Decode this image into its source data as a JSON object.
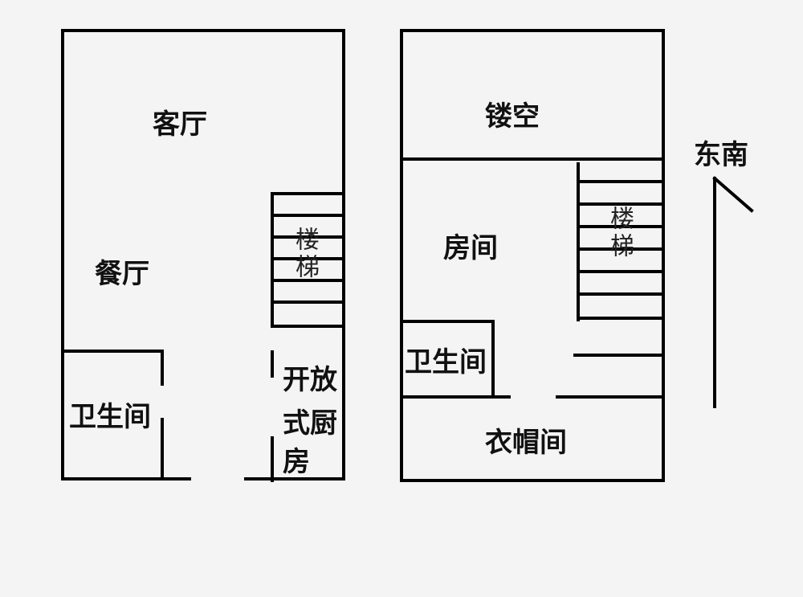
{
  "ground_floor": {
    "living_room": "客厅",
    "dining_room": "餐厅",
    "stairs": "楼梯",
    "bathroom": "卫生间",
    "kitchen": [
      "开放",
      "式厨",
      "房"
    ]
  },
  "upper_floor": {
    "void": "镂空",
    "room": "房间",
    "stairs": "楼梯",
    "bathroom": "卫生间",
    "cloakroom": "衣帽间"
  },
  "orientation": {
    "label": "东南"
  }
}
